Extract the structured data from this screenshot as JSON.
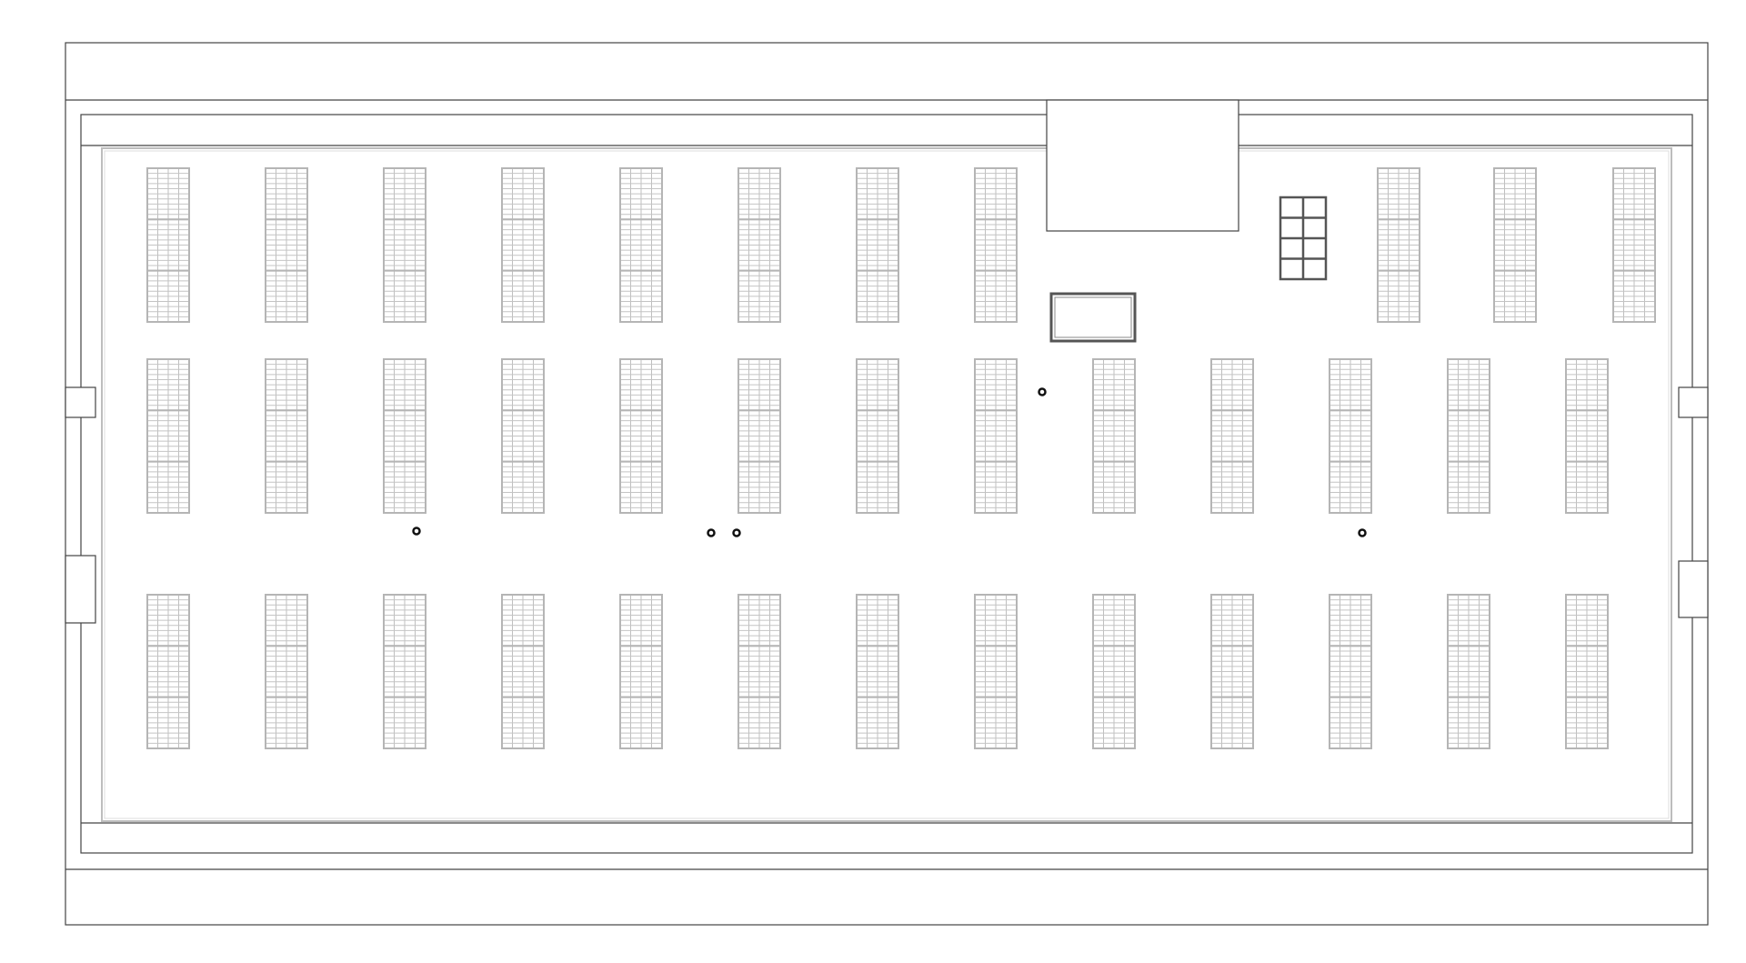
{
  "drawing": {
    "type": "roof plan",
    "panel_arrays": {
      "top_row_count": 11,
      "middle_row_count": 13,
      "bottom_row_count": 13,
      "modules_per_array": 3
    },
    "roof_drains_count": 5,
    "colors": {
      "line": "#444444",
      "panel": "#b5b5b5",
      "roof_edge": "#bdbdbd"
    }
  }
}
